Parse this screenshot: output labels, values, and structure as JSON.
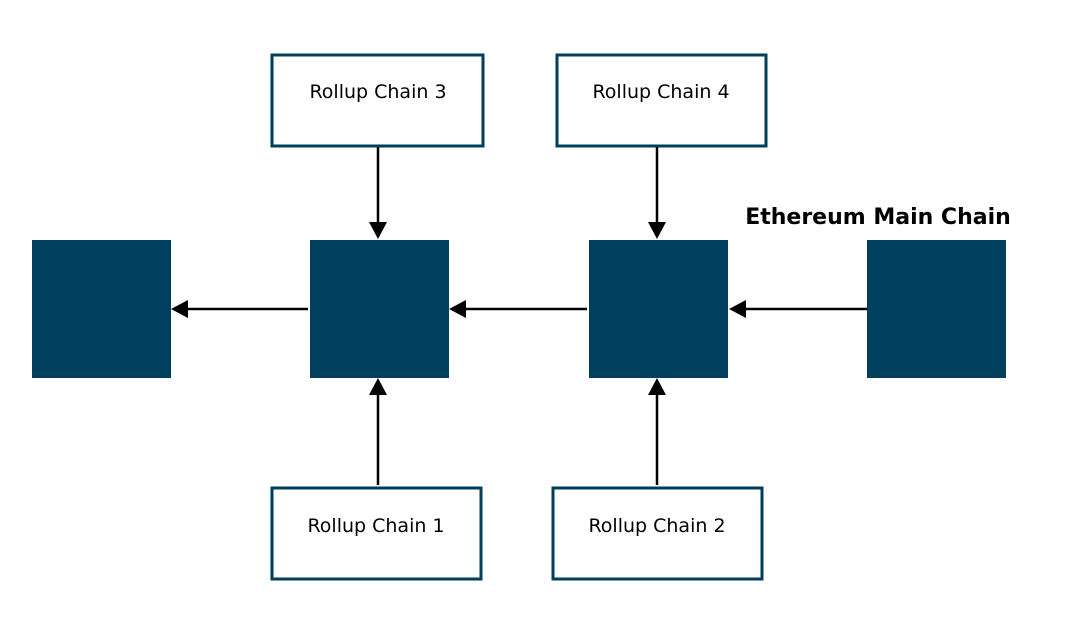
{
  "diagram": {
    "title": "Ethereum Main Chain",
    "main_chain_blocks": 4,
    "colors": {
      "block": "#00405f",
      "box_border": "#003f5c",
      "arrow": "#000000"
    },
    "rollups": {
      "chain1": "Rollup Chain 1",
      "chain2": "Rollup Chain 2",
      "chain3": "Rollup Chain 3",
      "chain4": "Rollup Chain 4"
    }
  }
}
